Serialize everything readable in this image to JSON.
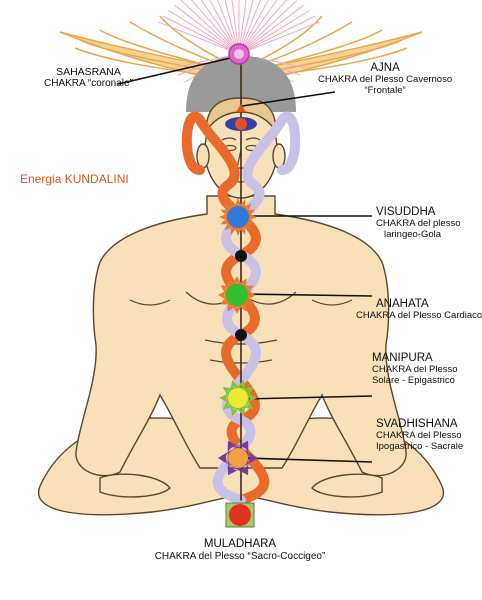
{
  "colors": {
    "kundalini_text": "#e2541c",
    "skin": "#f8e0b8",
    "outline": "#5a4630",
    "nadi_orange": "#ea6a2c",
    "nadi_lavender": "#c9c0e8",
    "wings": "#f2c272",
    "rays": "#f0a8c8",
    "aura": "#9a9a9a",
    "sahasrana": "#e066c8",
    "ajna": "#3b3fa8",
    "visuddha": "#3478d8",
    "anahata": "#2fbf2f",
    "manipura": "#f0e832",
    "svadhishana": "#f0a040",
    "muladhara": "#e0321e"
  },
  "labels": {
    "sahasrana_title": "SAHASRANA",
    "sahasrana_sub": "CHAKRA “coronale”",
    "ajna_title": "AJNA",
    "ajna_sub1": "CHAKRA del Plesso Cavernoso",
    "ajna_sub2": "“Frontale”",
    "kundalini": "Energia KUNDALINI",
    "visuddha_title": "VISUDDHA",
    "visuddha_sub1": "CHAKRA del plesso",
    "visuddha_sub2": "laringeo-Gola",
    "anahata_title": "ANAHATA",
    "anahata_sub1": "CHAKRA del Plesso Cardiaco",
    "manipura_title": "MANIPURA",
    "manipura_sub1": "CHAKRA del Plesso",
    "manipura_sub2": "Solare - Epigastrico",
    "svadhishana_title": "SVADHISHANA",
    "svadhishana_sub1": "CHAKRA del Plesso",
    "svadhishana_sub2": "Ipogastrico - Sacrale",
    "muladhara_title": "MULADHARA",
    "muladhara_sub1": "CHAKRA del Plesso “Sacro-Coccigeo”"
  }
}
